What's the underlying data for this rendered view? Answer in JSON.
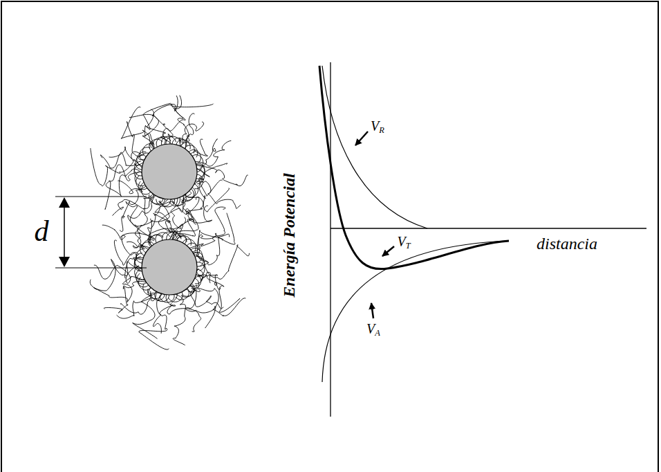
{
  "diagram": {
    "labels": [
      "d",
      "Energía Potencial",
      "VR",
      "VT",
      "VA",
      "distancia"
    ]
  }
}
